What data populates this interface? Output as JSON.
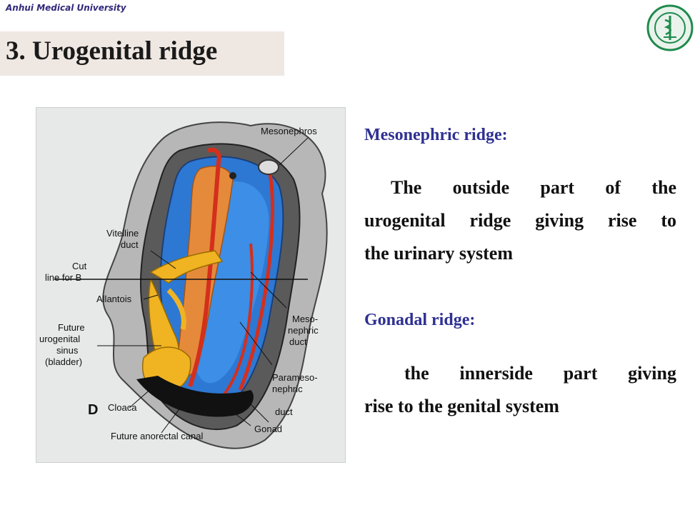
{
  "header": {
    "brand": "Anhui Medical University",
    "title": "3. Urogenital ridge"
  },
  "figure": {
    "panel_letter": "D",
    "labels": {
      "mesonephros": "Mesonephros",
      "vitelline": "Vitelline",
      "duct": "duct",
      "cut": "Cut",
      "line_for_b": "line for B",
      "allantois": "Allantois",
      "future": "Future",
      "urogenital": "urogenital",
      "sinus": "sinus",
      "bladder": "(bladder)",
      "cloaca": "Cloaca",
      "future_anorectal": "Future anorectal canal",
      "meso": "Meso-",
      "nephric": "nephric",
      "meso_duct": "duct",
      "parameso": "Parameso-",
      "para_nephric": "nephric",
      "para_duct": "duct",
      "gonad": "Gonad"
    }
  },
  "content": {
    "mesonephric_heading": "Mesonephric ridge:",
    "mesonephric_line1": "The outside part of the",
    "mesonephric_line2": "urogenital ridge giving rise to",
    "mesonephric_line3": "the urinary system",
    "gonadal_heading": "Gonadal ridge:",
    "gonadal_line1": "the innerside part giving",
    "gonadal_line2": "rise to the genital system"
  },
  "colors": {
    "heading": "#2f3192",
    "title_bar": "#efe7e2",
    "logo": "#1f8a4c"
  }
}
